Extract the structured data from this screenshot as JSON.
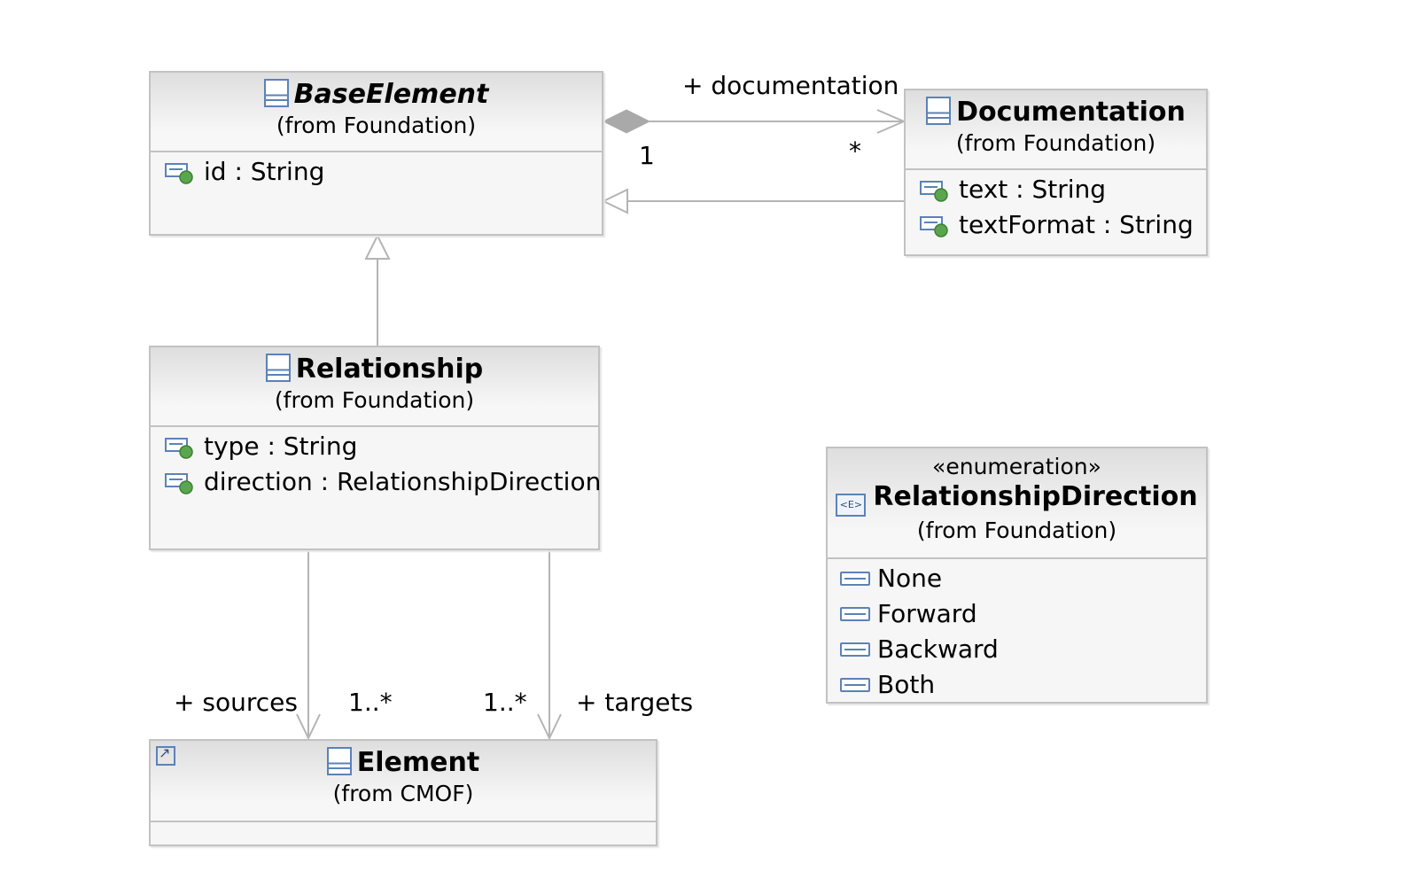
{
  "classes": {
    "base_element": {
      "name": "BaseElement",
      "from": "(from Foundation)",
      "attributes": [
        "id : String"
      ]
    },
    "documentation": {
      "name": "Documentation",
      "from": "(from Foundation)",
      "attributes": [
        "text : String",
        "textFormat : String"
      ]
    },
    "relationship": {
      "name": "Relationship",
      "from": "(from Foundation)",
      "attributes": [
        "type : String",
        "direction : RelationshipDirection"
      ]
    },
    "element": {
      "name": "Element",
      "from": "(from CMOF)"
    },
    "relationship_direction": {
      "stereotype": "«enumeration»",
      "name": "RelationshipDirection",
      "from": "(from Foundation)",
      "literals": [
        "None",
        "Forward",
        "Backward",
        "Both"
      ]
    }
  },
  "connectors": {
    "documentation_role": "+ documentation",
    "documentation_source_mult": "1",
    "documentation_target_mult": "*",
    "sources_role": "+ sources",
    "sources_mult": "1..*",
    "targets_role": "+ targets",
    "targets_mult": "1..*"
  },
  "icons": {
    "class": "class-icon",
    "enumeration": "enumeration-icon",
    "attribute": "attribute-icon",
    "literal": "enum-literal-icon",
    "external_reference": "external-reference-icon"
  },
  "colors": {
    "border": "#c2c2c2",
    "icon_blue": "#5b82b8",
    "icon_green": "#5aa64e",
    "connector": "#b4b4b4"
  }
}
